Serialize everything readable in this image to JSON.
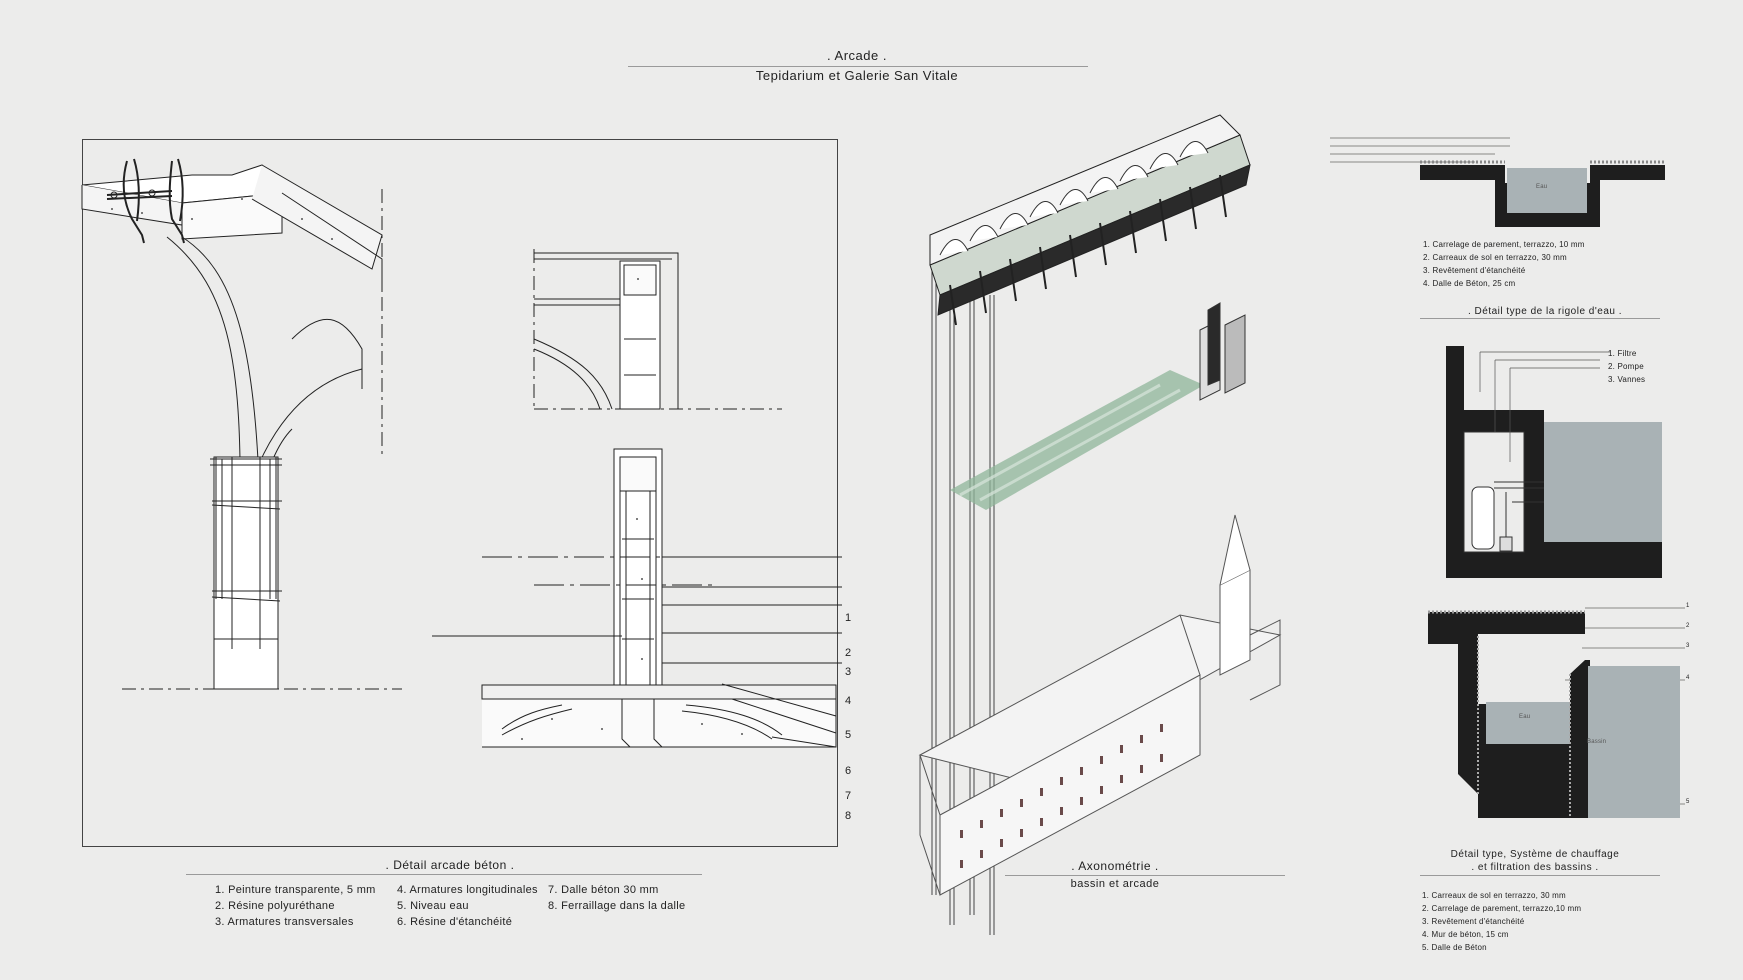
{
  "header": {
    "title": ". Arcade .",
    "subtitle": "Tepidarium  et  Galerie  San  Vitale"
  },
  "arcade_detail": {
    "caption": ". Détail  arcade  béton  .",
    "callouts": [
      "1",
      "2",
      "3",
      "4",
      "5",
      "6",
      "7",
      "8"
    ],
    "legend_col1": [
      "1.  Peinture  transparente,  5  mm",
      "2.  Résine  polyuréthane",
      "3.  Armatures  transversales"
    ],
    "legend_col2": [
      "4.  Armatures  longitudinales",
      "5.  Niveau  eau",
      "6.  Résine  d'étanchéité"
    ],
    "legend_col3": [
      "7.  Dalle  béton  30  mm",
      "8.  Ferraillage  dans  la  dalle"
    ]
  },
  "axonometry": {
    "caption": ". Axonométrie  .",
    "subcaption": "bassin  et  arcade"
  },
  "gutter_detail": {
    "water_label": "Eau",
    "legend": [
      "1.  Carrelage  de  parement,  terrazzo,  10  mm",
      "2.  Carreaux  de  sol  en  terrazzo,  30  mm",
      "3.  Revêtement  d'étanchéité",
      "4.  Dalle  de  Béton,  25  cm"
    ],
    "caption": ". Détail  type  de  la  rigole  d'eau  ."
  },
  "heating_detail": {
    "labels": [
      "1.  Filtre",
      "2.  Pompe",
      "3.  Vannes"
    ]
  },
  "basin_detail": {
    "callouts": [
      "1",
      "2",
      "3",
      "4",
      "5"
    ],
    "water_label": "Eau",
    "basin_label": "Bassin",
    "caption_line1": "Détail  type,  Système  de  chauffage",
    "caption_line2": ".  et  filtration  des  bassins  .",
    "legend": [
      "1.  Carreaux   de  sol  en  terrazzo,  30  mm",
      "2.  Carrelage  de  parement,  terrazzo,10  mm",
      "3.  Revêtement  d'étanchéité",
      "4.  Mur  de  béton,  15  cm",
      "5.  Dalle  de  Béton"
    ]
  },
  "colors": {
    "background": "#ececeb",
    "ink": "#222222",
    "concrete_black": "#1e1e1e",
    "water": "#a9b2b5",
    "glass_green": "#8fb59a"
  }
}
